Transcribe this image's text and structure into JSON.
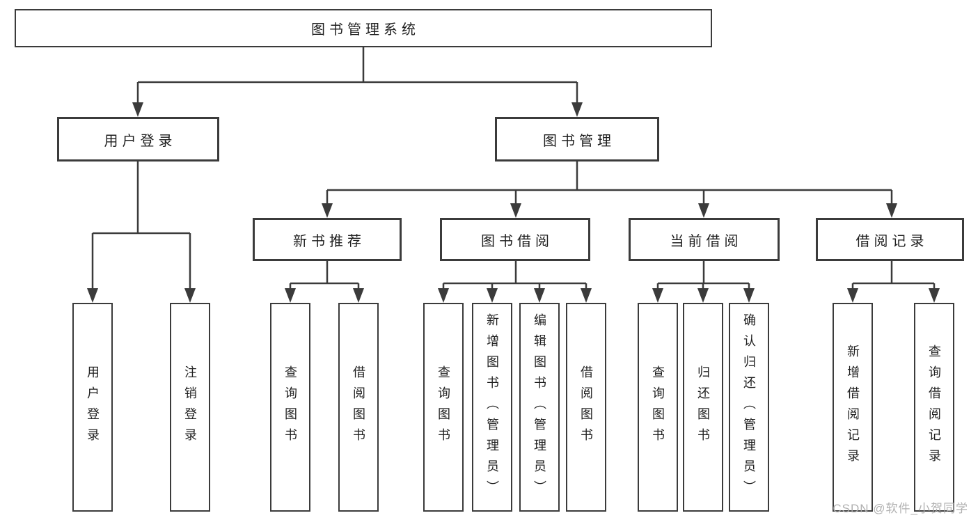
{
  "colors": {
    "line": "#3b3b3b",
    "box_border": "#3b3b3b",
    "text": "#1f1f1f",
    "background": "#ffffff",
    "watermark": "#adadad"
  },
  "diagram": {
    "root": {
      "label": "图书管理系统"
    },
    "branches": [
      {
        "label": "用户登录",
        "children": [
          {
            "label": "用户登录"
          },
          {
            "label": "注销登录"
          }
        ]
      },
      {
        "label": "图书管理",
        "children": [
          {
            "label": "新书推荐",
            "children": [
              {
                "label": "查询图书"
              },
              {
                "label": "借阅图书"
              }
            ]
          },
          {
            "label": "图书借阅",
            "children": [
              {
                "label": "查询图书"
              },
              {
                "label": "新增图书（管理员）"
              },
              {
                "label": "编辑图书（管理员）"
              },
              {
                "label": "借阅图书"
              }
            ]
          },
          {
            "label": "当前借阅",
            "children": [
              {
                "label": "查询图书"
              },
              {
                "label": "归还图书"
              },
              {
                "label": "确认归还（管理员）"
              }
            ]
          },
          {
            "label": "借阅记录",
            "children": [
              {
                "label": "新增借阅记录"
              },
              {
                "label": "查询借阅记录"
              }
            ]
          }
        ]
      }
    ]
  },
  "watermark": {
    "text": "CSDN @软件_小贺同学"
  }
}
